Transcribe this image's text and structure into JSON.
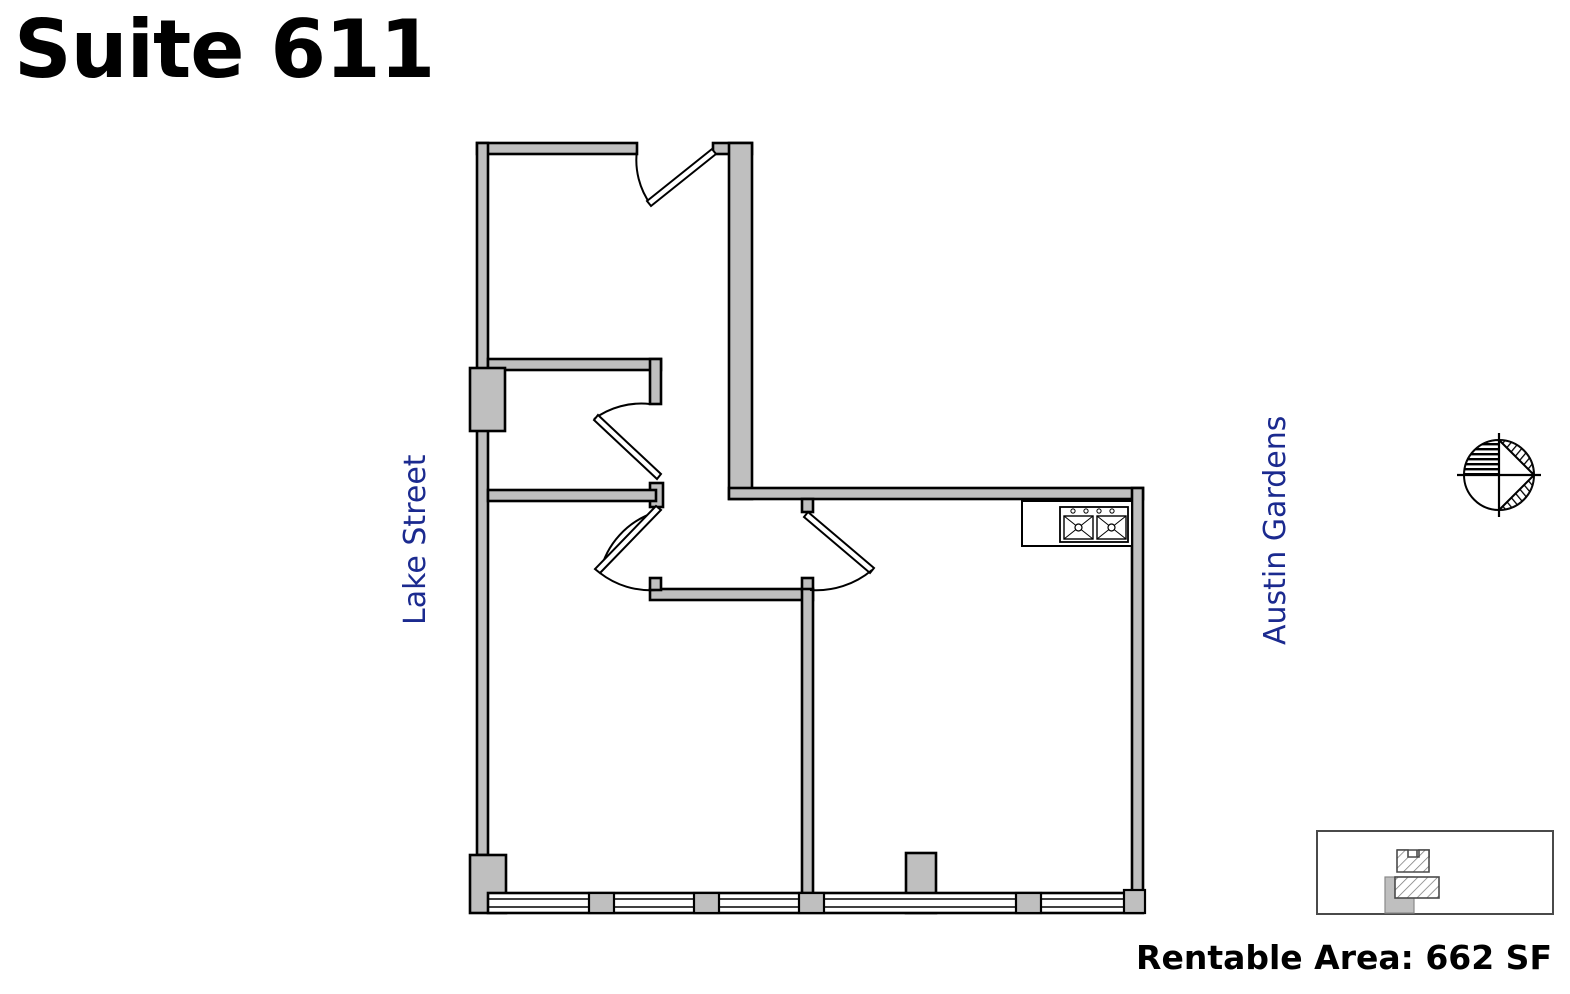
{
  "header": {
    "suite_title": "Suite 611"
  },
  "footer": {
    "rentable_area": "Rentable Area: 662 SF"
  },
  "labels": {
    "left_street": "Lake Street",
    "right_street": "Austin Gardens"
  },
  "colors": {
    "wall_fill": "#bfbfbf",
    "wall_stroke": "#000000",
    "street_label": "#1b2a8f",
    "background": "#ffffff",
    "hatch": "#7a7a7a",
    "keyplan_solid": "#bfbfbf"
  },
  "icons": {
    "compass": "north-arrow-compass-icon",
    "sink": "double-basin-sink-icon",
    "keyplan": "building-key-plan-icon"
  },
  "floorplan": {
    "name": "suite-611-floor-plan",
    "rooms": [
      {
        "name": "north-office",
        "description": "upper left enclosed office with entry door"
      },
      {
        "name": "small-office",
        "description": "middle left small office with swing door"
      },
      {
        "name": "open-office-west",
        "description": "lower left open area fronting Lake Street"
      },
      {
        "name": "open-office-east",
        "description": "lower right open area with kitchenette"
      },
      {
        "name": "vestibule",
        "description": "central circulation vestibule with three doors"
      }
    ],
    "fixtures": [
      {
        "name": "kitchenette-sink",
        "description": "double basin sink on counter in east room"
      }
    ],
    "doors": [
      {
        "name": "entry-door",
        "description": "top wall entry door"
      },
      {
        "name": "small-office-door",
        "description": "door into middle left office"
      },
      {
        "name": "vestibule-door-west",
        "description": "door from vestibule toward west open area"
      },
      {
        "name": "vestibule-door-east",
        "description": "door from vestibule toward east open area"
      }
    ],
    "window_wall": {
      "name": "south-curtain-wall",
      "description": "glazed south wall with mullions and structural columns"
    }
  }
}
